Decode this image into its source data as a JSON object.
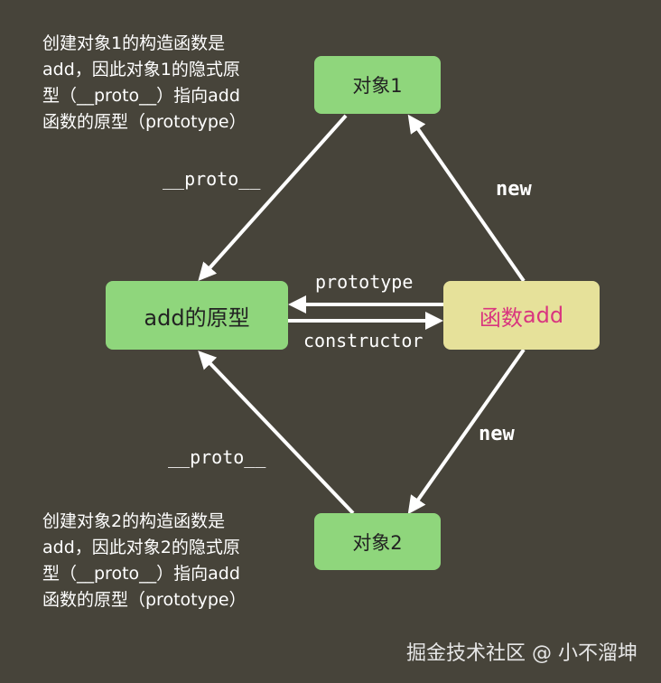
{
  "nodes": {
    "obj1": "对象1",
    "proto": "add的原型",
    "func_prefix": "函数",
    "func_suffix": "add",
    "obj2": "对象2"
  },
  "edge_labels": {
    "proto_top": "__proto__",
    "new_top": "new",
    "prototype": "prototype",
    "constructor": "constructor",
    "new_bottom": "new",
    "proto_bottom": "__proto__"
  },
  "notes": {
    "top": [
      "创建对象1的构造函数是",
      "add，因此对象1的隐式原",
      "型（__proto__）指向add",
      "函数的原型（prototype）"
    ],
    "bottom": [
      "创建对象2的构造函数是",
      "add，因此对象2的隐式原",
      "型（__proto__）指向add",
      "函数的原型（prototype）"
    ]
  },
  "watermark": "掘金技术社区 @ 小不溜坤",
  "colors": {
    "background": "#47443a",
    "object_node": "#8fd67c",
    "function_node": "#e6e19a",
    "function_prefix_text": "#d9357f",
    "arrow": "#ffffff"
  }
}
